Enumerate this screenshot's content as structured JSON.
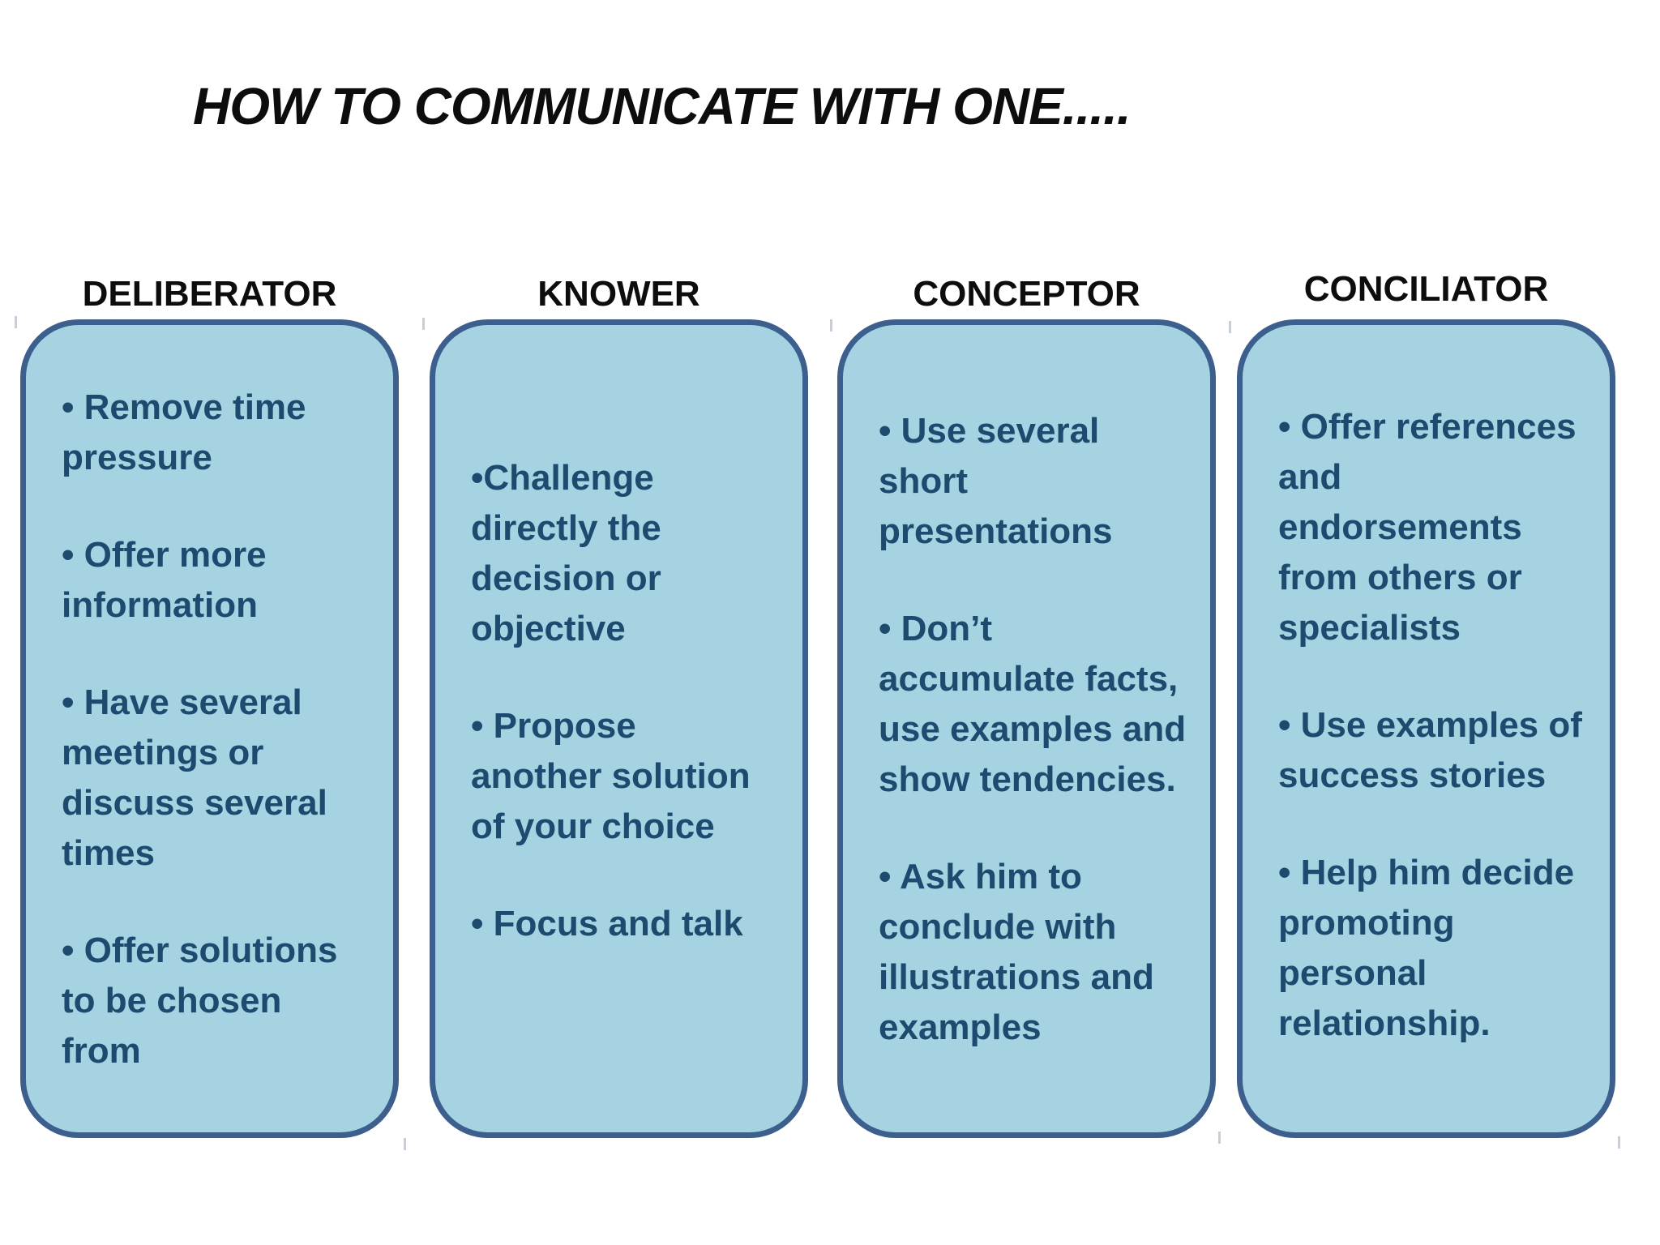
{
  "title": "HOW TO COMMUNICATE WITH ONE.....",
  "colors": {
    "background": "#ffffff",
    "heading_text": "#0d0d0d",
    "body_text": "#1d4a6e",
    "box_fill": "#a6d3e1",
    "box_border": "#3c5f8e"
  },
  "columns": [
    {
      "header": "DELIBERATOR",
      "items": [
        {
          "lines": [
            "• Remove time",
            "pressure"
          ]
        },
        {
          "lines": [
            "• Offer more",
            "information"
          ]
        },
        {
          "lines": [
            "• Have several",
            "meetings or",
            "discuss several",
            "times"
          ]
        },
        {
          "lines": [
            "• Offer solutions",
            "to be chosen",
            "from"
          ]
        }
      ]
    },
    {
      "header": "KNOWER",
      "items": [
        {
          "lines": [
            "•Challenge",
            "directly the",
            "decision or",
            "objective"
          ]
        },
        {
          "lines": [
            "• Propose",
            "another solution",
            "of your choice"
          ]
        },
        {
          "lines": [
            "• Focus and talk"
          ]
        }
      ]
    },
    {
      "header": "CONCEPTOR",
      "items": [
        {
          "lines": [
            "• Use several",
            "short",
            "presentations"
          ]
        },
        {
          "lines": [
            "• Don’t",
            "accumulate facts,",
            "use examples and",
            "show tendencies."
          ]
        },
        {
          "lines": [
            "• Ask him to",
            "conclude with",
            "illustrations and",
            "examples"
          ]
        }
      ]
    },
    {
      "header": "CONCILIATOR",
      "items": [
        {
          "lines": [
            "• Offer references",
            "and",
            "endorsements",
            "from others or",
            "specialists"
          ]
        },
        {
          "lines": [
            "• Use examples of",
            "success stories"
          ]
        },
        {
          "lines": [
            "• Help him decide",
            "promoting",
            "personal",
            "relationship."
          ]
        }
      ]
    }
  ]
}
